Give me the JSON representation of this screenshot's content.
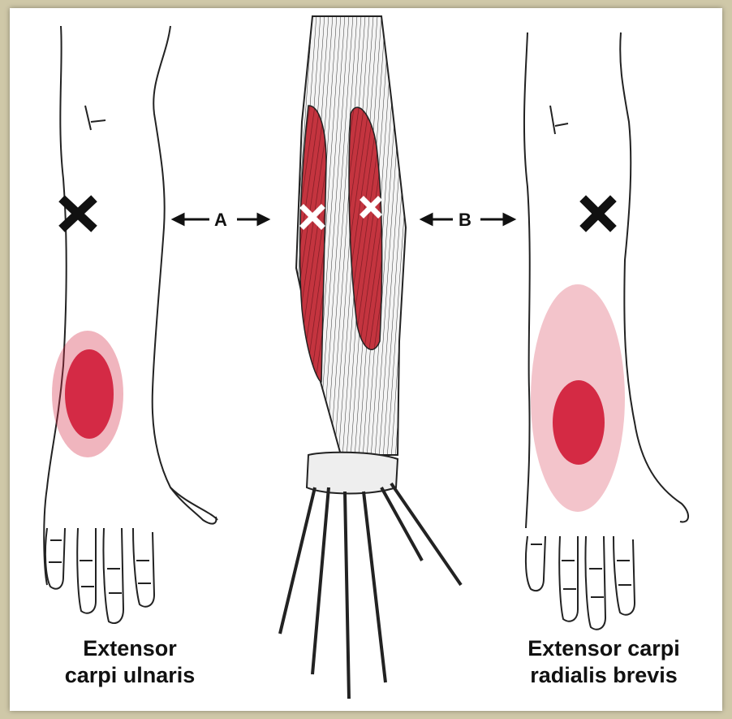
{
  "figure": {
    "labels": {
      "a": "A",
      "b": "B"
    },
    "captions": {
      "left_line1": "Extensor",
      "left_line2": "carpi ulnaris",
      "right_line1": "Extensor carpi",
      "right_line2": "radialis brevis"
    },
    "colors": {
      "referral": "#d42a45",
      "muscle": "#c4343f",
      "trigger_mark": "#111111",
      "ink": "#222222"
    },
    "icons": {
      "trigger_point_mark": "x-mark-icon",
      "arrow": "double-arrow-icon"
    }
  }
}
